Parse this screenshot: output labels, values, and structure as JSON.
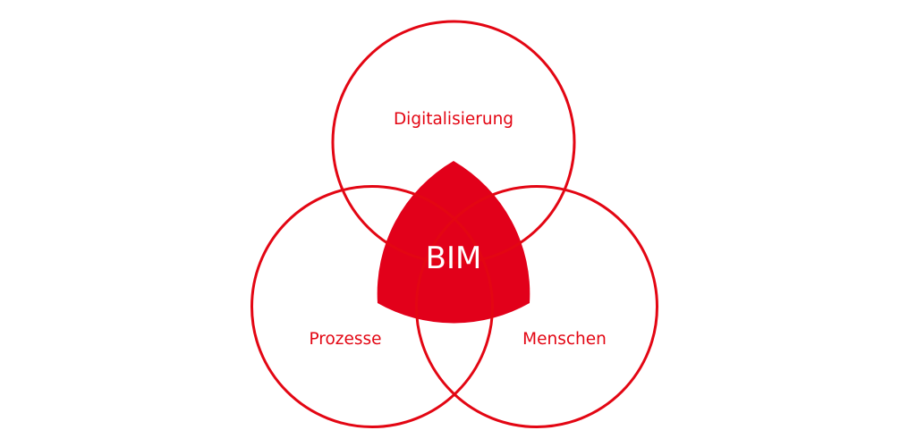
{
  "diagram": {
    "type": "venn",
    "colors": {
      "stroke": "#E30613",
      "fill": "#E2001A",
      "text": "#E30613",
      "center_text": "#FFFFFF",
      "background": "#FFFFFF"
    },
    "center": {
      "label": "BIM"
    },
    "circles": [
      {
        "id": "top",
        "label": "Digitalisierung"
      },
      {
        "id": "left",
        "label": "Prozesse"
      },
      {
        "id": "right",
        "label": "Menschen"
      }
    ]
  }
}
